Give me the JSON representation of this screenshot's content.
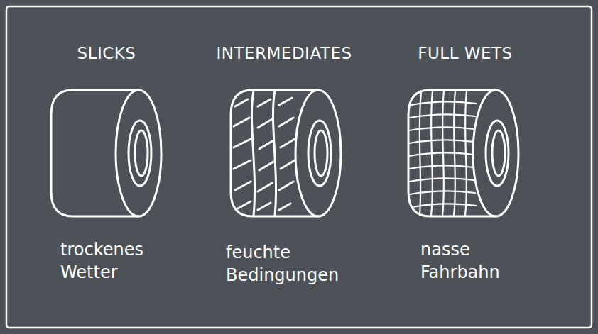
{
  "diagram": {
    "labels": [
      "SLICKS",
      "INTERMEDIATES",
      "FULL WETS",
      "trockenes Wetter",
      "feuchte Bedingungen",
      "nasse Fahrbahn"
    ]
  }
}
